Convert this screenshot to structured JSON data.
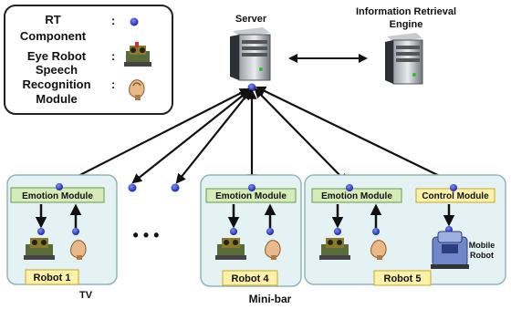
{
  "legend": {
    "rt_label_1": "RT",
    "rt_label_2": "Component",
    "colon": ":",
    "eye_label_1": "Eye Robot",
    "eye_label_2": "Speech",
    "speech_label_1": "Recognition",
    "speech_label_2": "Module"
  },
  "server": {
    "label": "Server"
  },
  "ir_engine": {
    "label_1": "Information Retrieval",
    "label_2": "Engine"
  },
  "ellipsis": "•  •  •",
  "robots": [
    {
      "module_label": "Emotion Module",
      "robot_label": "Robot 1",
      "location": "TV"
    },
    {
      "module_label": "Emotion Module",
      "robot_label": "Robot 4",
      "location": "Mini-bar"
    },
    {
      "module_label": "Emotion Module",
      "control_label": "Control Module",
      "robot_label": "Robot 5",
      "mobile_label_1": "Mobile",
      "mobile_label_2": "Robot"
    }
  ],
  "colors": {
    "rt_dot": "#2b3fbf",
    "module_fill": "#d6ecb8",
    "robot_label_fill": "#fff2a8",
    "robot_box_fill": "#e4f2f3",
    "arrow": "#111111"
  }
}
